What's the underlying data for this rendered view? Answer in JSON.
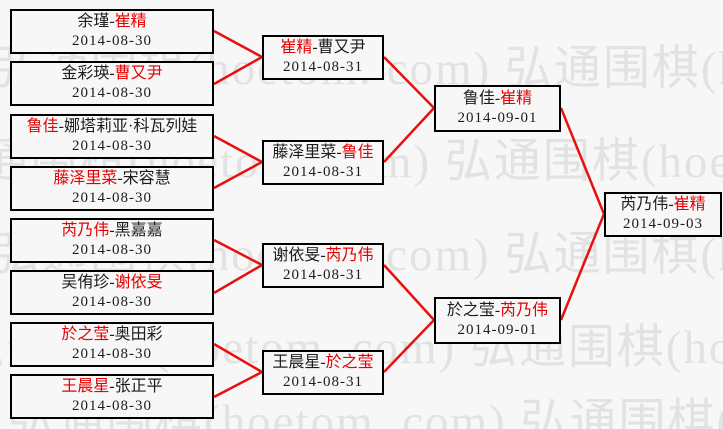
{
  "separator": "-",
  "colors": {
    "bg": "#f7f7f7",
    "text": "#1c1c1c",
    "winner": "#e60000",
    "line": "#e8110e",
    "watermark": "#e2e2e2"
  },
  "watermark": {
    "text": "弘通围棋(hoetom. com) 弘通围棋(hoetom. com) 弘通围棋(hoetom. com)"
  },
  "bracket": {
    "round1": [
      {
        "p1": "余瑾",
        "p2": "崔精",
        "winner": 2,
        "date": "2014-08-30"
      },
      {
        "p1": "金彩瑛",
        "p2": "曹又尹",
        "winner": 2,
        "date": "2014-08-30"
      },
      {
        "p1": "鲁佳",
        "p2": "娜塔莉亚·科瓦列娃",
        "winner": 1,
        "date": "2014-08-30"
      },
      {
        "p1": "藤泽里菜",
        "p2": "宋容慧",
        "winner": 1,
        "date": "2014-08-30"
      },
      {
        "p1": "芮乃伟",
        "p2": "黑嘉嘉",
        "winner": 1,
        "date": "2014-08-30"
      },
      {
        "p1": "吴侑珍",
        "p2": "谢依旻",
        "winner": 2,
        "date": "2014-08-30"
      },
      {
        "p1": "於之莹",
        "p2": "奥田彩",
        "winner": 1,
        "date": "2014-08-30"
      },
      {
        "p1": "王晨星",
        "p2": "张正平",
        "winner": 1,
        "date": "2014-08-30"
      }
    ],
    "quarterfinals": [
      {
        "p1": "崔精",
        "p2": "曹又尹",
        "winner": 1,
        "date": "2014-08-31"
      },
      {
        "p1": "藤泽里菜",
        "p2": "鲁佳",
        "winner": 2,
        "date": "2014-08-31"
      },
      {
        "p1": "谢依旻",
        "p2": "芮乃伟",
        "winner": 2,
        "date": "2014-08-31"
      },
      {
        "p1": "王晨星",
        "p2": "於之莹",
        "winner": 2,
        "date": "2014-08-31"
      }
    ],
    "semifinals": [
      {
        "p1": "鲁佳",
        "p2": "崔精",
        "winner": 2,
        "date": "2014-09-01"
      },
      {
        "p1": "於之莹",
        "p2": "芮乃伟",
        "winner": 2,
        "date": "2014-09-01"
      }
    ],
    "final": [
      {
        "p1": "芮乃伟",
        "p2": "崔精",
        "winner": 2,
        "date": "2014-09-03"
      }
    ]
  }
}
